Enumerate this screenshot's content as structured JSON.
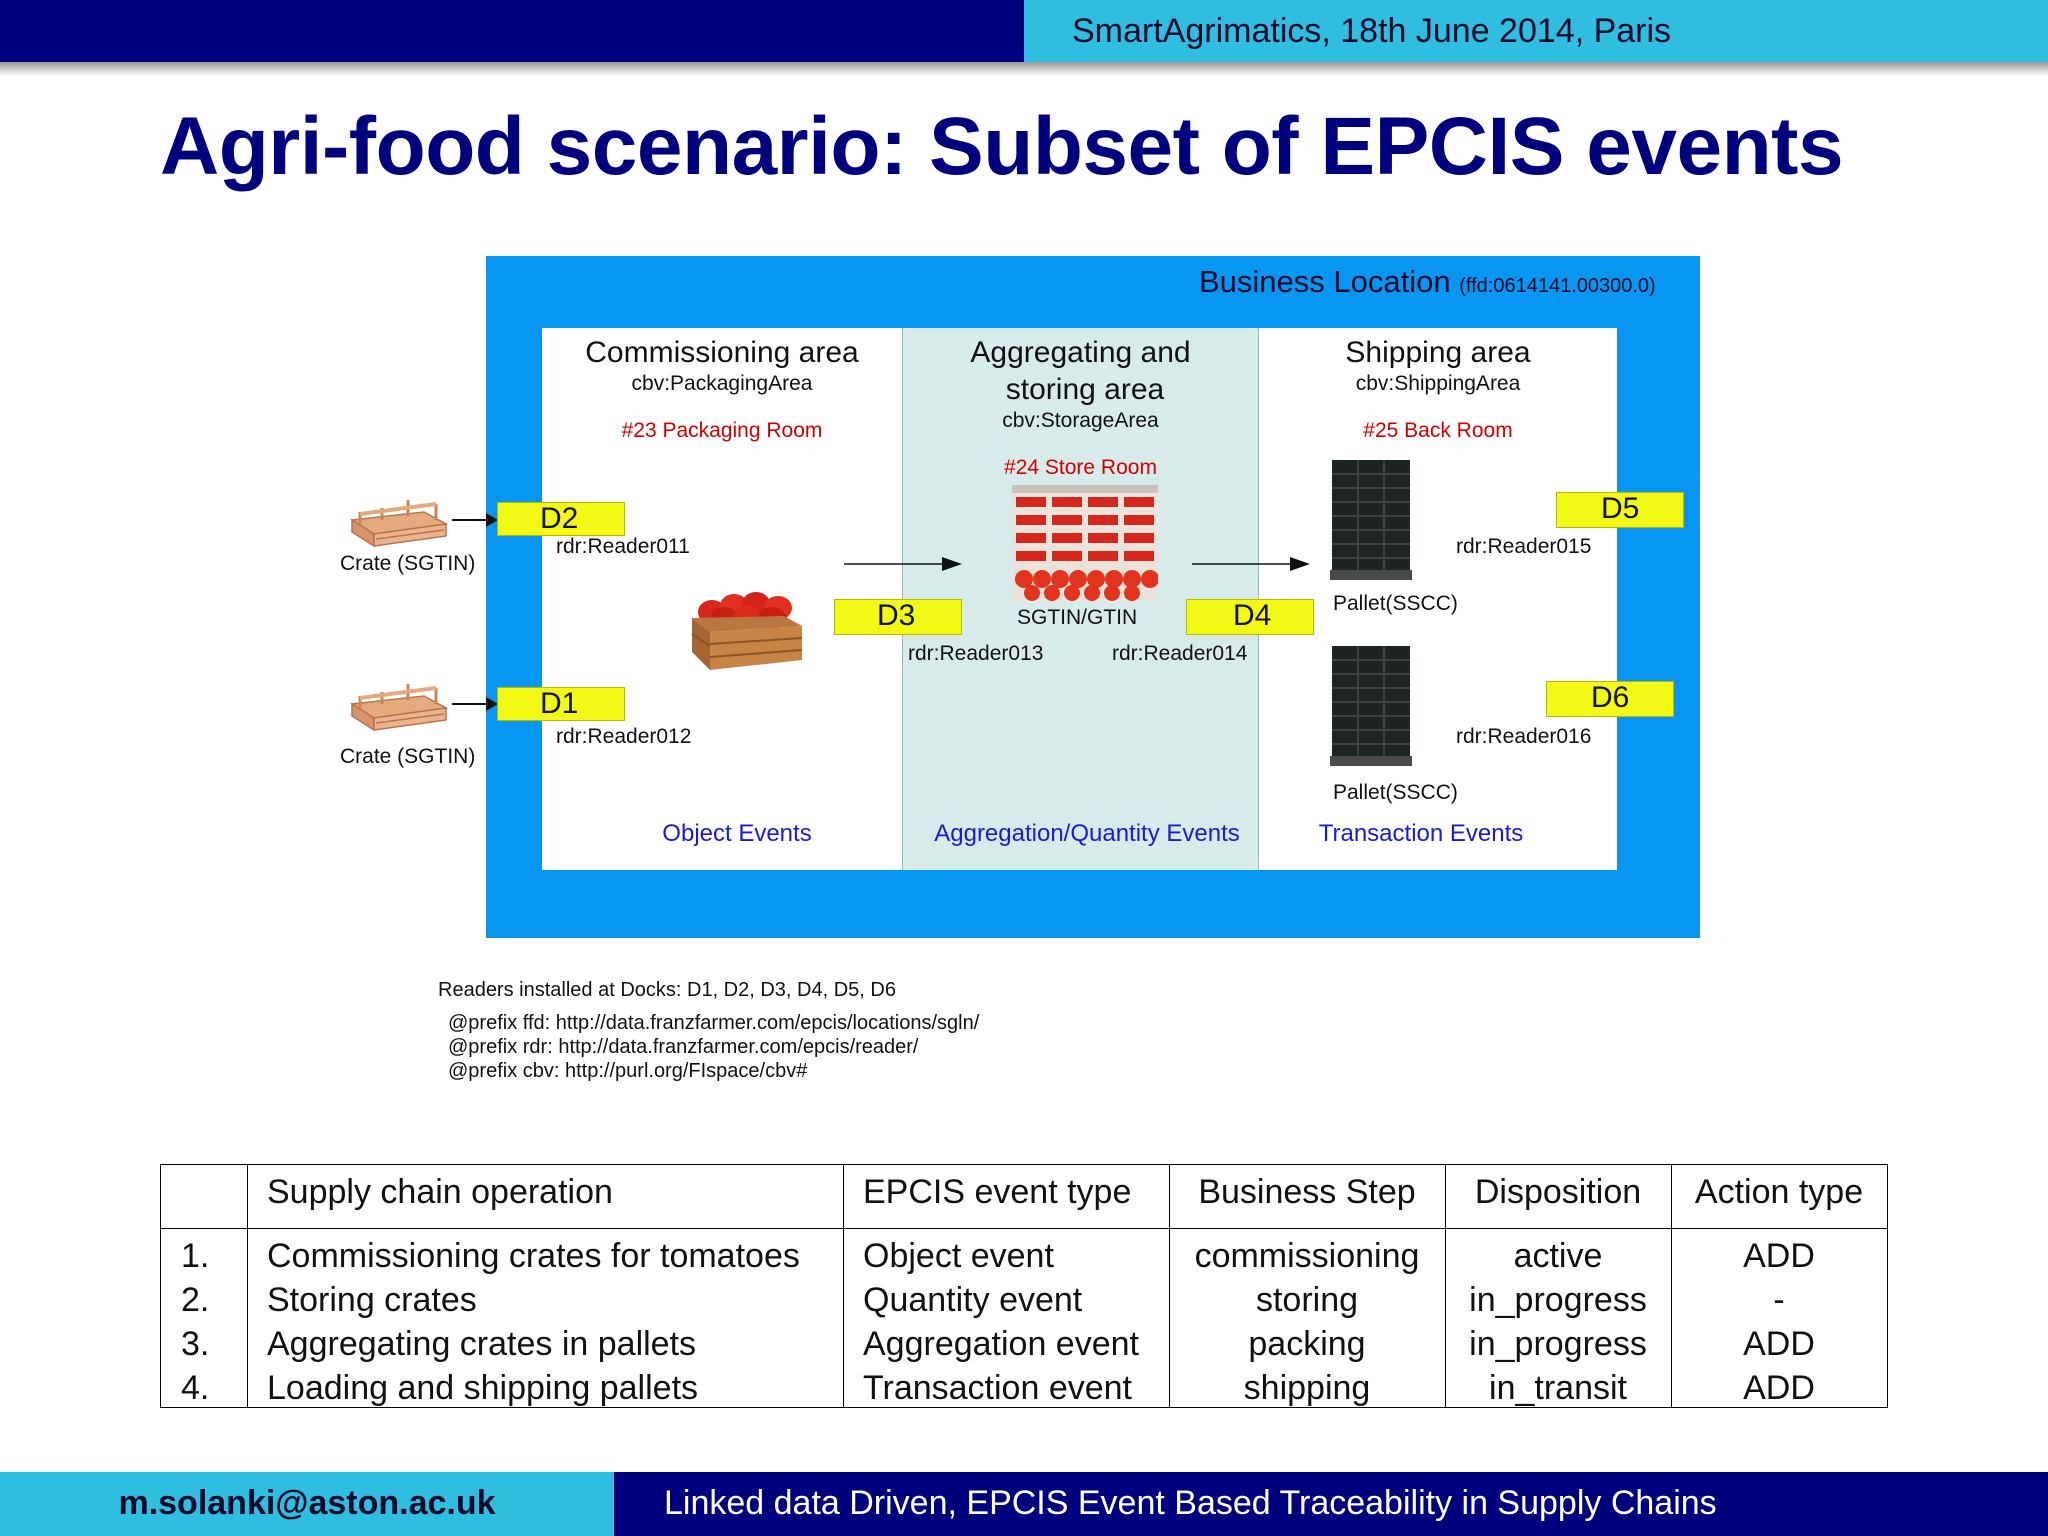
{
  "header": {
    "event": "SmartAgrimatics, 18th June 2014, Paris"
  },
  "title": "Agri-food scenario: Subset of EPCIS events",
  "diagram": {
    "business_location": {
      "label": "Business Location",
      "id": "(ffd:0614141.00300.0)"
    },
    "areas": [
      {
        "name": "Commissioning area",
        "cbv": "cbv:PackagingArea",
        "room": "#23 Packaging Room",
        "events": "Object Events"
      },
      {
        "name_line1": "Aggregating and",
        "name_line2": "storing area",
        "cbv": "cbv:StorageArea",
        "room": "#24 Store Room",
        "events": "Aggregation/Quantity Events"
      },
      {
        "name": "Shipping area",
        "cbv": "cbv:ShippingArea",
        "room": "#25 Back Room",
        "events": "Transaction Events"
      }
    ],
    "docks": [
      "D1",
      "D2",
      "D3",
      "D4",
      "D5",
      "D6"
    ],
    "readers": {
      "r011": "rdr:Reader011",
      "r012": "rdr:Reader012",
      "r013": "rdr:Reader013",
      "r014": "rdr:Reader014",
      "r015": "rdr:Reader015",
      "r016": "rdr:Reader016"
    },
    "labels": {
      "crate": "Crate (SGTIN)",
      "sgtin_gtin": "SGTIN/GTIN",
      "pallet": "Pallet(SSCC)"
    },
    "notes": {
      "readers_installed": "Readers installed at Docks: D1, D2, D3, D4, D5, D6",
      "prefix_ffd": "@prefix ffd: http://data.franzfarmer.com/epcis/locations/sgln/",
      "prefix_rdr": "@prefix rdr: http://data.franzfarmer.com/epcis/reader/",
      "prefix_cbv": "@prefix cbv: http://purl.org/FIspace/cbv#"
    }
  },
  "table": {
    "headers": [
      "",
      "Supply chain operation",
      "EPCIS event type",
      "Business Step",
      "Disposition",
      "Action type"
    ],
    "rows": [
      [
        "1.",
        "Commissioning crates for tomatoes",
        "Object event",
        "commissioning",
        "active",
        "ADD"
      ],
      [
        "2.",
        "Storing crates",
        "Quantity event",
        "storing",
        "in_progress",
        "-"
      ],
      [
        "3.",
        "Aggregating crates in pallets",
        "Aggregation event",
        "packing",
        "in_progress",
        "ADD"
      ],
      [
        "4.",
        "Loading and shipping pallets",
        "Transaction event",
        "shipping",
        "in_transit",
        "ADD"
      ]
    ]
  },
  "footer": {
    "email": "m.solanki@aston.ac.uk",
    "talk_title": "Linked data Driven, EPCIS Event Based Traceability in Supply Chains"
  },
  "colors": {
    "navy": "#00007e",
    "cyan": "#2fbde0",
    "business_blue": "#0796f2",
    "dock_yellow": "#f1f915",
    "room_red": "#d10000",
    "events_blue": "#1a1ad6"
  }
}
